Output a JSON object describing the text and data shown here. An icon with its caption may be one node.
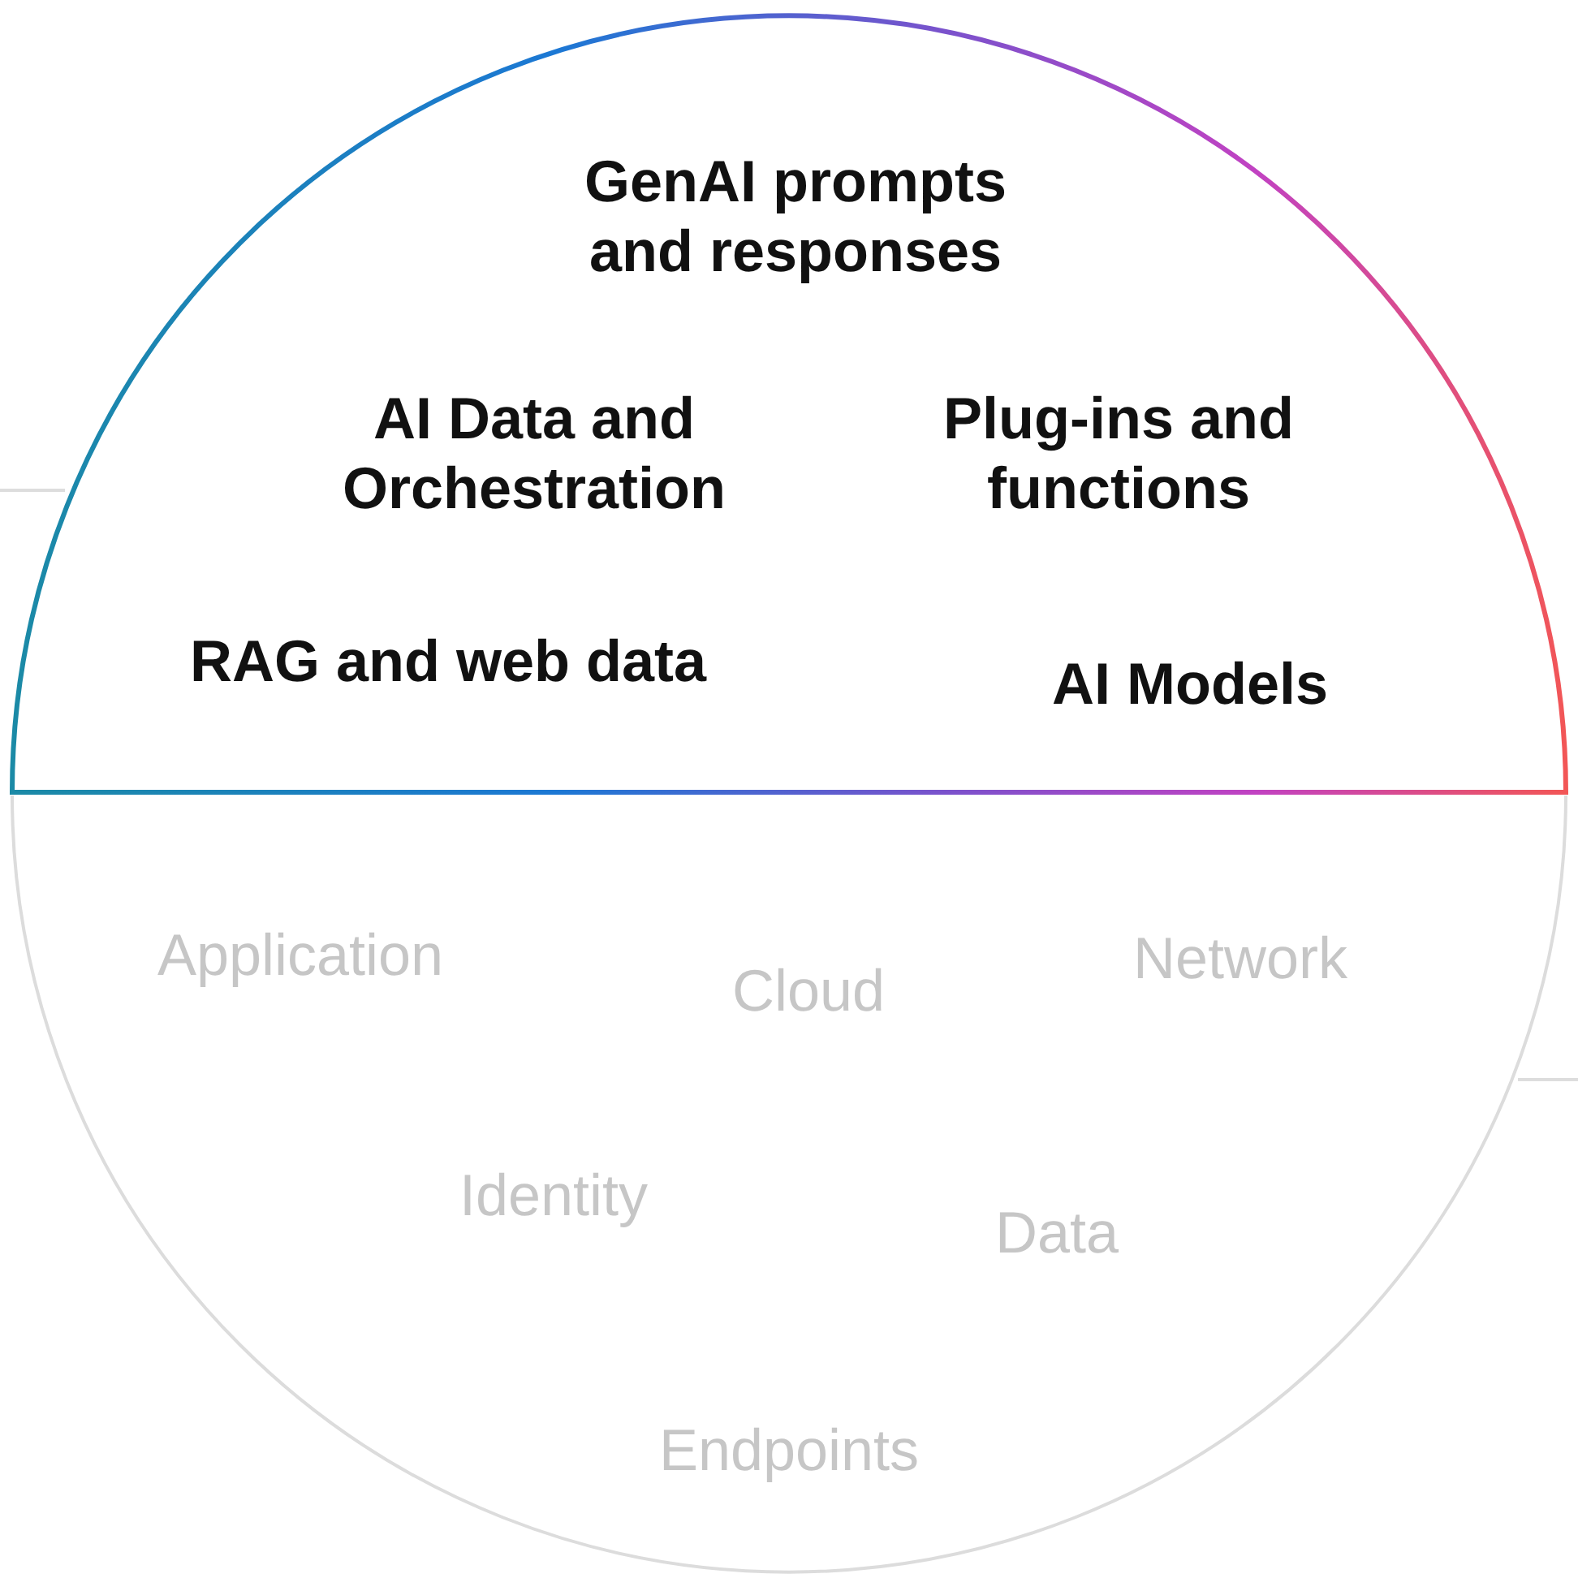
{
  "diagram": {
    "nodes": [
      {
        "text": [
          "GenAI prompts and responses",
          "AI Data and Orchestration",
          "Plug-ins and functions",
          "RAG and web data",
          "AI Models"
        ]
      },
      {
        "text": [
          "Application",
          "Cloud",
          "Network",
          "Identity",
          "Data",
          "Endpoints"
        ]
      }
    ]
  }
}
